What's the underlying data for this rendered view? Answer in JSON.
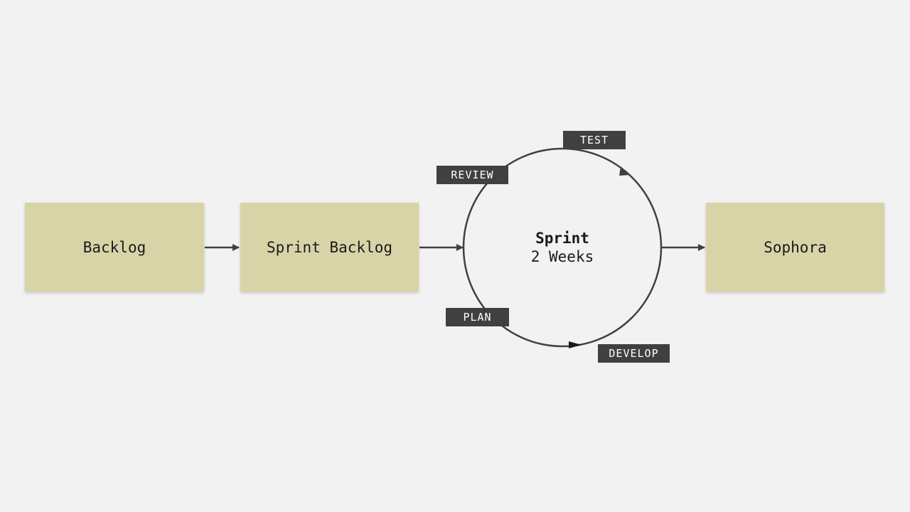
{
  "nodes": {
    "backlog": "Backlog",
    "sprint_backlog": "Sprint Backlog",
    "sophora": "Sophora"
  },
  "sprint": {
    "title": "Sprint",
    "duration": "2 Weeks"
  },
  "stages": {
    "test": "TEST",
    "review": "REVIEW",
    "plan": "PLAN",
    "develop": "DEVELOP"
  },
  "colors": {
    "background": "#f2f2f2",
    "box_fill": "#d8d4a8",
    "line": "#404040",
    "label_fill": "#404040",
    "label_text": "#ffffff"
  }
}
